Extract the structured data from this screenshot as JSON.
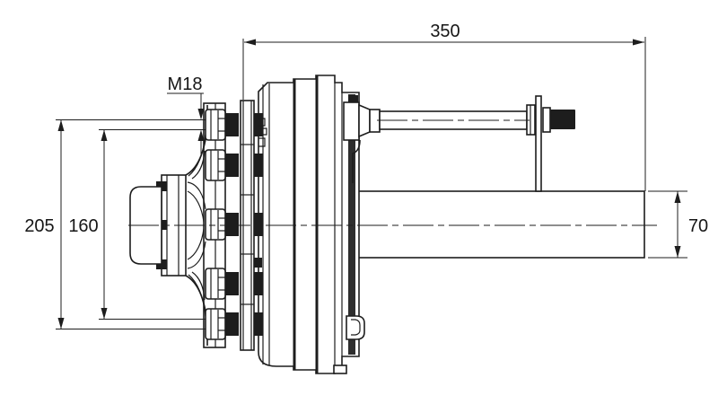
{
  "meta": {
    "drawing_type": "technical-drawing",
    "subject": "braked trailer axle with hub and drum, side view",
    "background_color": "#ffffff",
    "line_color": "#1d1d1d"
  },
  "dims": {
    "overall_length": "350",
    "stud_thread": "M18",
    "hub_flange_od": "205",
    "bolt_circle": "160",
    "axle_tube": "70"
  }
}
